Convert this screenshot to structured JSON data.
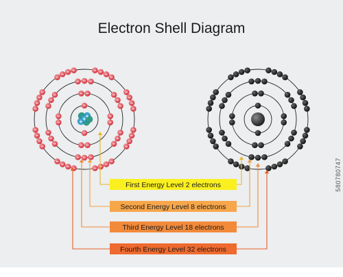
{
  "title": "Electron Shell Diagram",
  "watermark": "580780747",
  "electrons_per_shell": [
    2,
    8,
    18,
    32
  ],
  "colors": {
    "electron_left": "#d43a45",
    "electron_right": "#111111",
    "nucleus_proton": "#3aa6d6",
    "nucleus_neutron": "#2f9e86",
    "nucleus_right": "#222222",
    "orbit_line": "#222222",
    "background": "#eceeef"
  },
  "labels": [
    {
      "text": "First Energy Level 2 electrons",
      "color": "#fbf01f",
      "arrow": "#e8b82a"
    },
    {
      "text": "Second Energy Level 8 electrons",
      "color": "#f7a64a",
      "arrow": "#f0a040"
    },
    {
      "text": "Third Energy Level 18 electrons",
      "color": "#f28a3a",
      "arrow": "#ee8a3a"
    },
    {
      "text": "Fourth Energy Level 32 electrons",
      "color": "#ef6a2e",
      "arrow": "#e85e2a"
    }
  ],
  "nucleus_symbol": "+"
}
